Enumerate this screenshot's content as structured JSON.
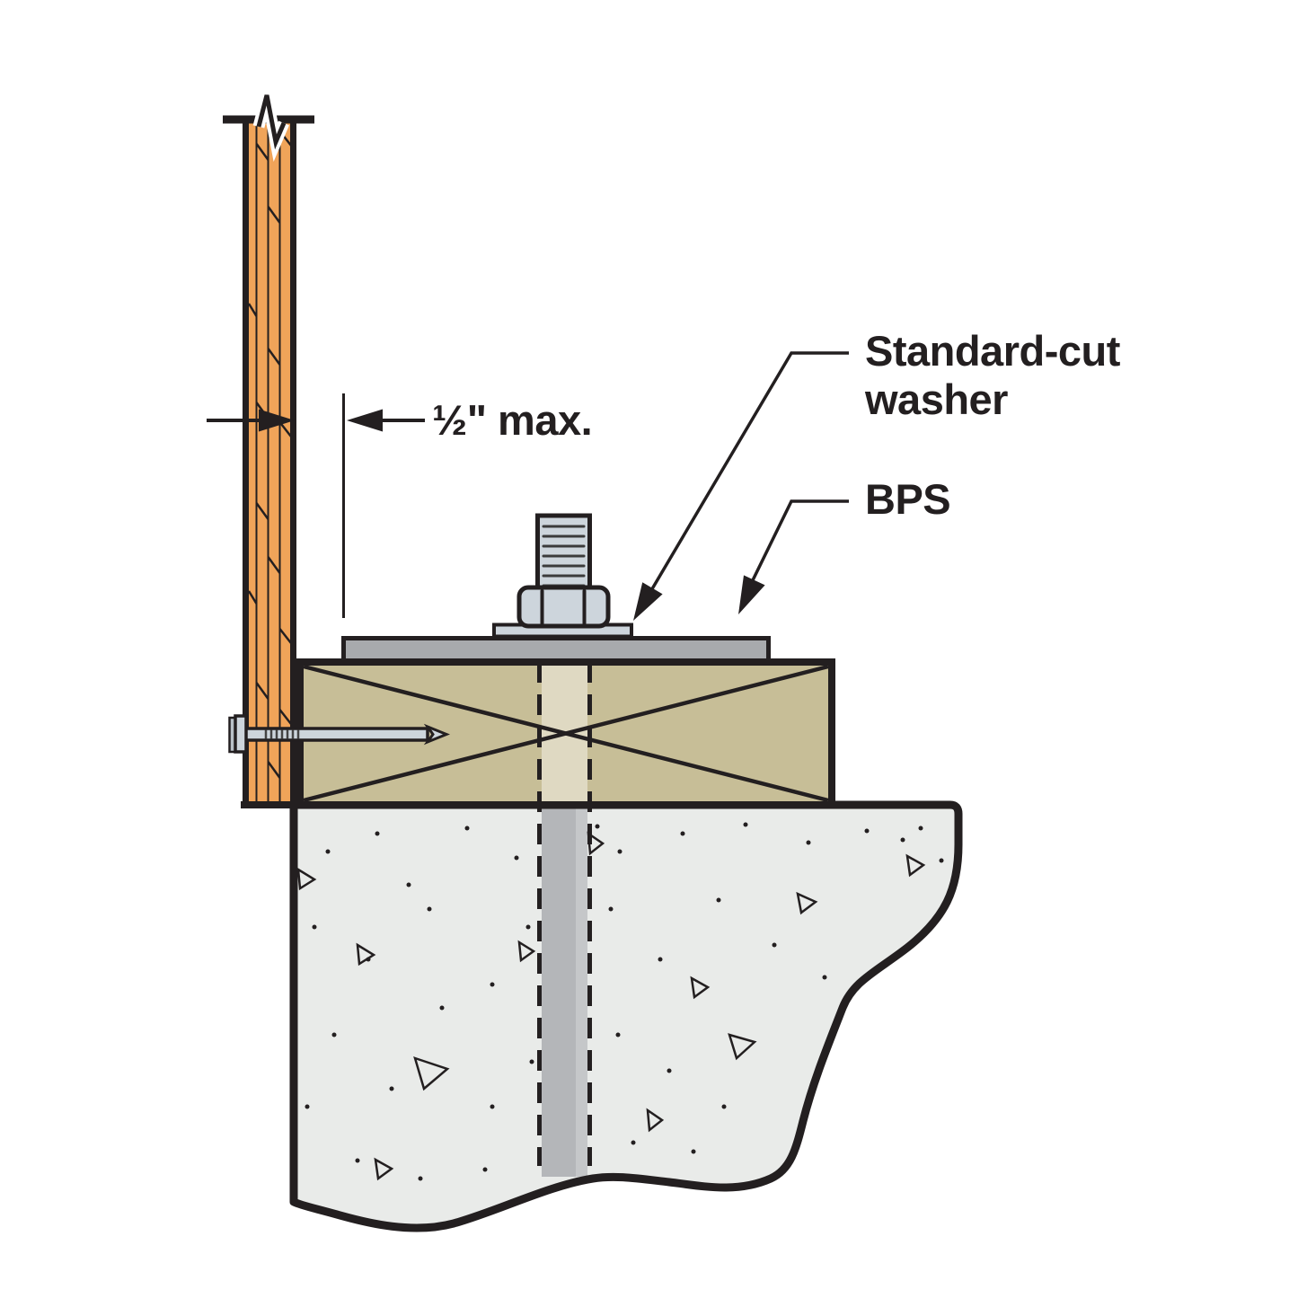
{
  "diagram": {
    "labels": {
      "washer_line1": "Standard-cut",
      "washer_line2": "washer",
      "bps": "BPS",
      "dimension": "½\" max."
    },
    "colors": {
      "outline": "#231F20",
      "wood_stud": "#F0A459",
      "sill_plate": "#C7BE97",
      "drill_hole": "#DFD9C2",
      "concrete": "#E9EBE9",
      "anchor_rod": "#B4B6B9",
      "anchor_rod_highlight": "#C5C7C9",
      "bps_plate": "#A8AAAD",
      "steel": "#CDD5DC",
      "nail_flange": "#B9C1C8",
      "thread_line": "#3B3B3B"
    }
  }
}
